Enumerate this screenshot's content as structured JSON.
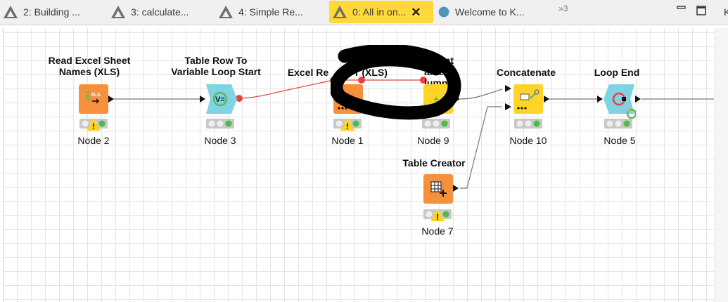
{
  "tabs": [
    {
      "label": "2: Building ...",
      "icon": "workflow-triangle-icon"
    },
    {
      "label": "3: calculate...",
      "icon": "workflow-triangle-icon"
    },
    {
      "label": "4: Simple Re...",
      "icon": "workflow-triangle-icon"
    },
    {
      "label": "0: All in on...",
      "icon": "workflow-triangle-icon",
      "active": true
    },
    {
      "label": "Welcome to K...",
      "icon": "globe-icon"
    }
  ],
  "overflow_tabs": "»3",
  "cut_off_text": "K",
  "colors": {
    "active_tab": "#ffd83a",
    "source_node": "#f5913c",
    "loop_node": "#7fd3e3",
    "manipulator_node": "#ffd428",
    "flow_variable_link": "#e8423f",
    "data_link": "#777777",
    "status_ok": "#4fba4a"
  },
  "nodes": [
    {
      "title_line1": "Read Excel Sheet",
      "title_line2": "Names (XLS)",
      "label": "Node 2",
      "type": "source",
      "icon_text": "XLS",
      "warning": true
    },
    {
      "title_line1": "Table Row To",
      "title_line2": "Variable Loop Start",
      "label": "Node 3",
      "type": "loop-start",
      "icon_text": "V=",
      "warning": false
    },
    {
      "title_line1": "Excel Re",
      "title_line2": "r (XLS)",
      "label": "Node 1",
      "type": "source",
      "icon_text": "...",
      "warning": true
    },
    {
      "title_line1": "nstant",
      "title_line2": "alue   lumn",
      "label": "Node 9",
      "type": "manipulator",
      "icon_text": "+",
      "warning": false
    },
    {
      "title_line1": "",
      "title_line2": "Concatenate",
      "label": "Node 10",
      "type": "manipulator",
      "icon_text": "...",
      "warning": false
    },
    {
      "title_line1": "",
      "title_line2": "Loop End",
      "label": "Node 5",
      "type": "loop-end",
      "icon_text": "",
      "warning": false
    },
    {
      "title_line1": "",
      "title_line2": "Table Creator",
      "label": "Node 7",
      "type": "source",
      "icon_text": "+",
      "warning": true
    }
  ]
}
